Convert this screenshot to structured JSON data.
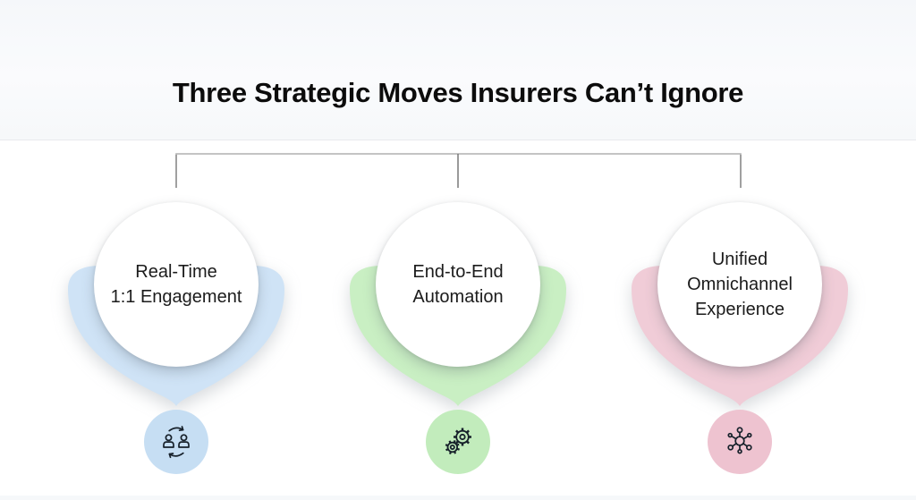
{
  "page": {
    "title": "Three Strategic Moves Insurers Can’t Ignore"
  },
  "cards": [
    {
      "label": "Real-Time\n1:1 Engagement",
      "icon": "people-exchange-icon",
      "accent_color": "#cfe3f6",
      "icon_bg_color": "#c6def3"
    },
    {
      "label": "End-to-End\nAutomation",
      "icon": "gears-icon",
      "accent_color": "#c9efc3",
      "icon_bg_color": "#c2ecbc"
    },
    {
      "label": "Unified\nOmnichannel\nExperience",
      "icon": "network-hub-icon",
      "accent_color": "#f0ccd7",
      "icon_bg_color": "#eec3d0"
    }
  ],
  "connector_color": "#9a9a9a"
}
